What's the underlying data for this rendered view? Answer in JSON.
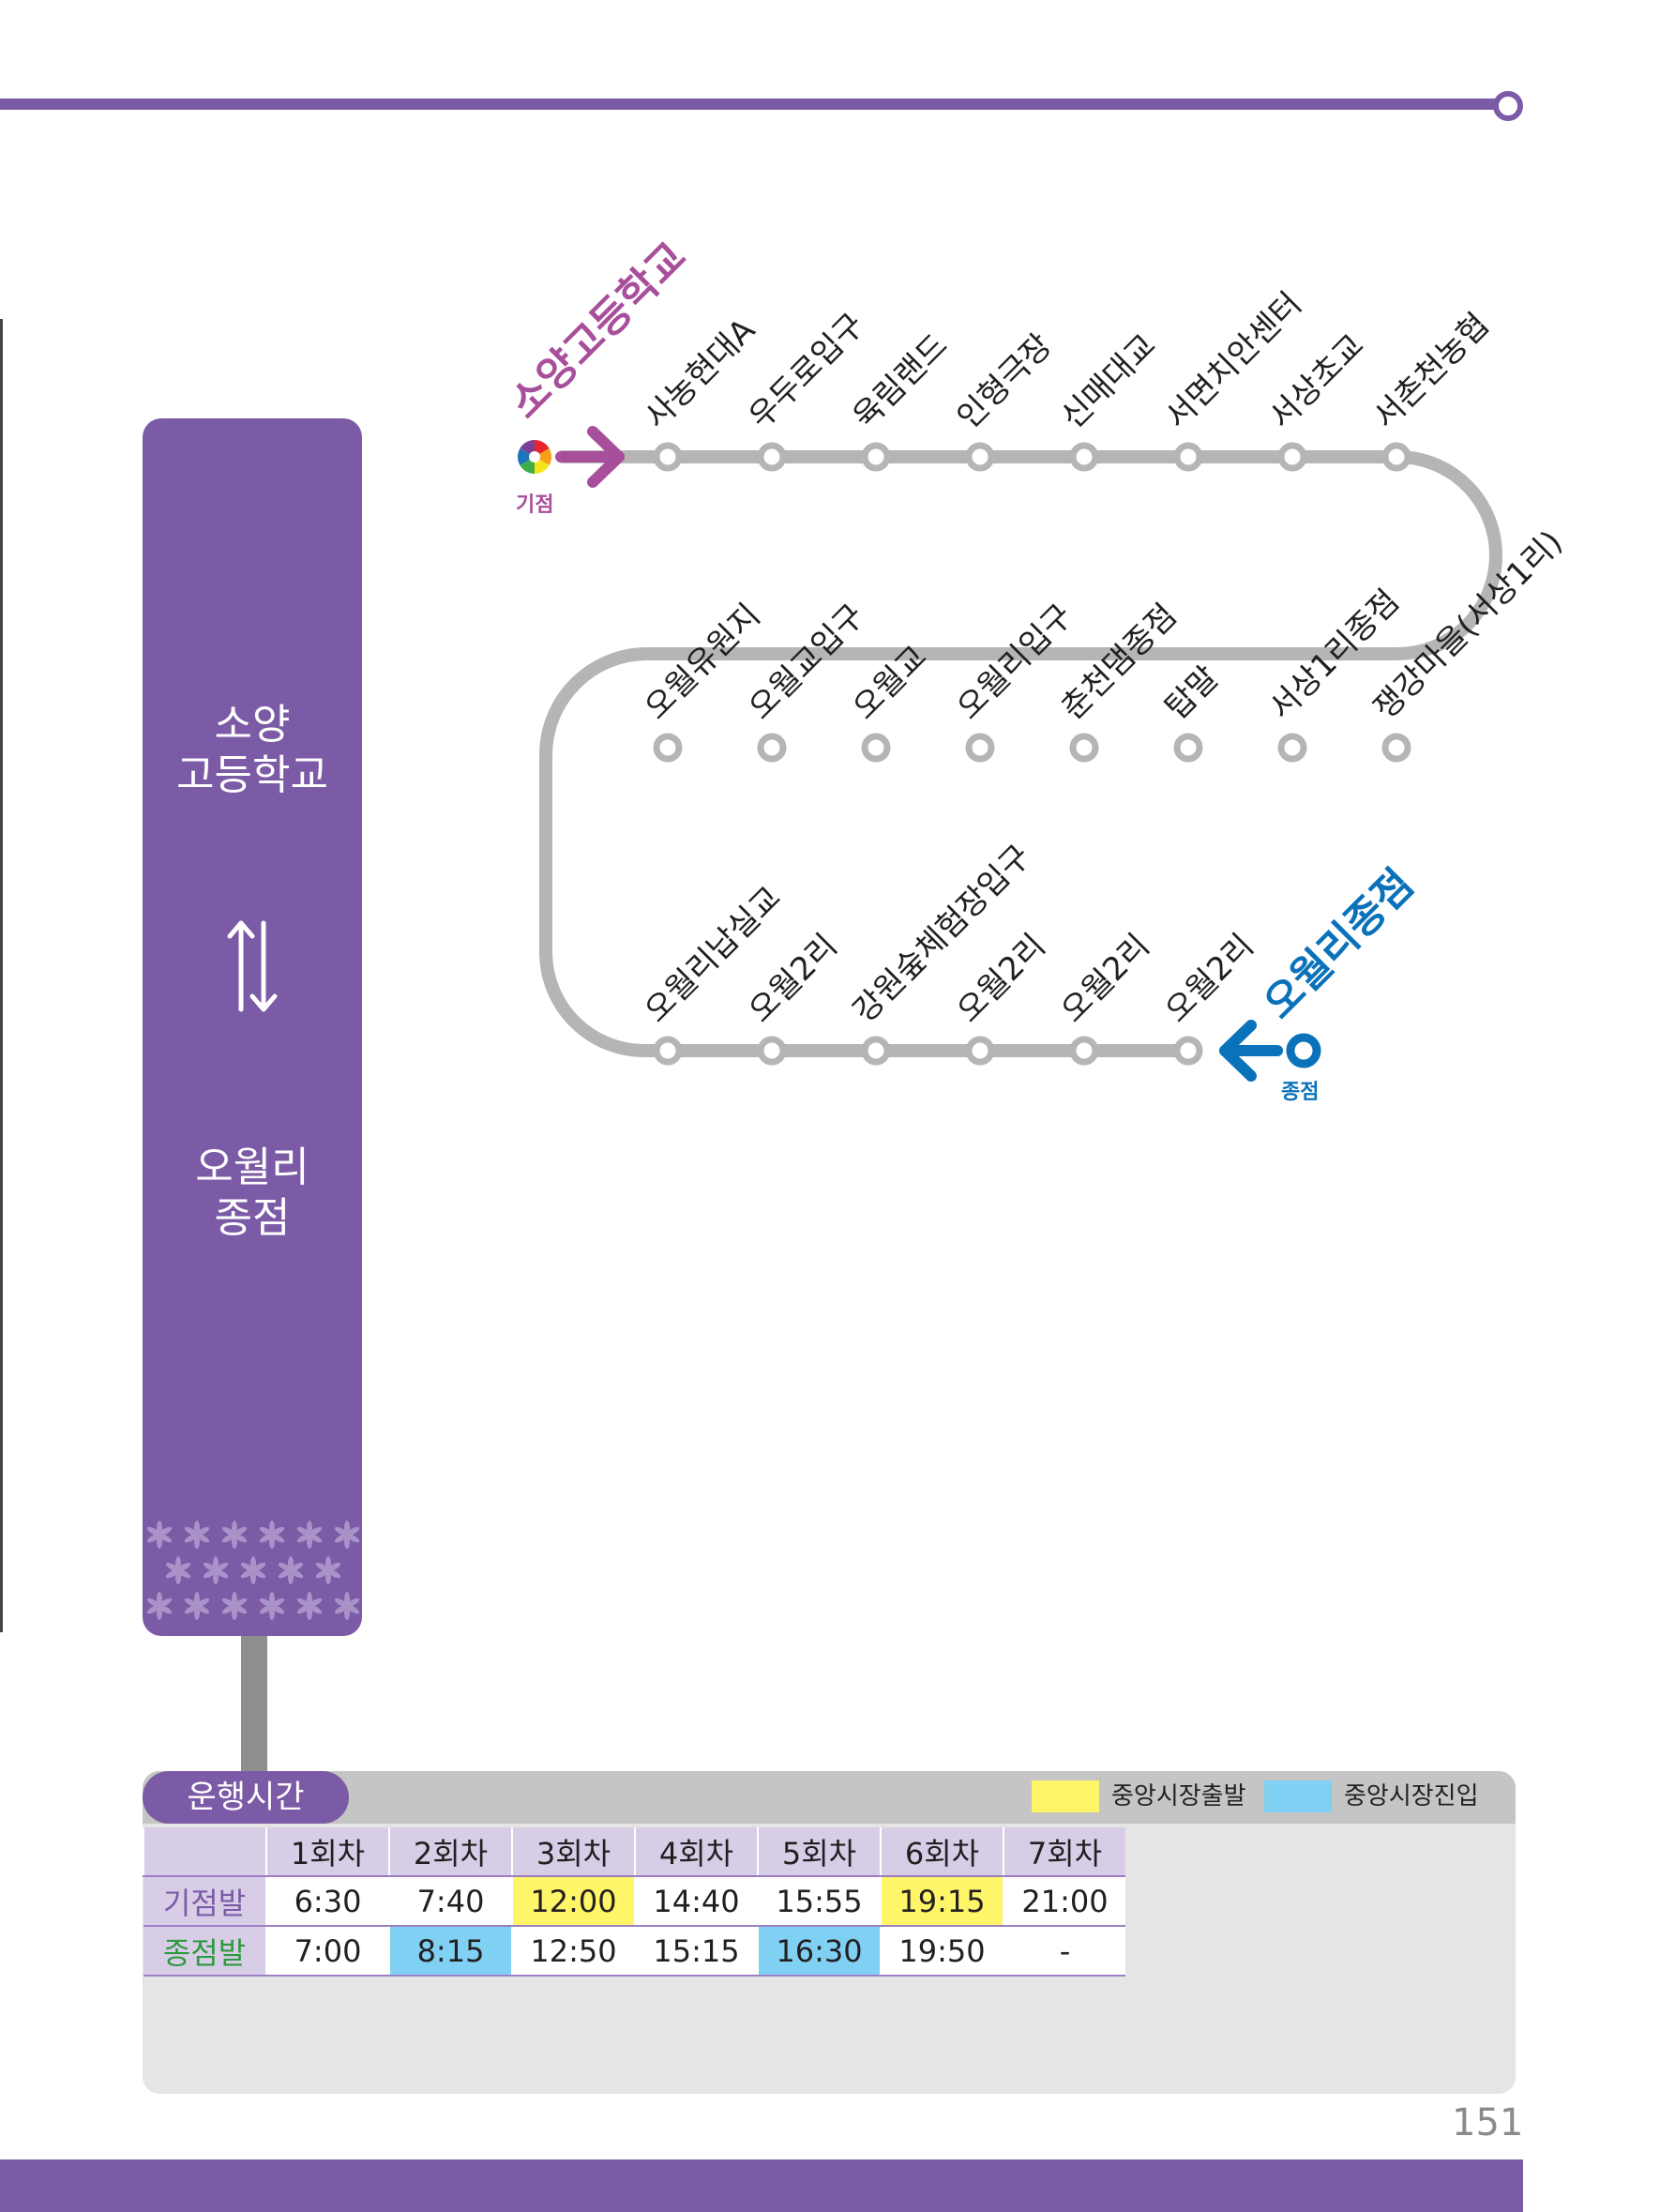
{
  "side_panel": {
    "origin_line1": "소양",
    "origin_line2": "고등학교",
    "terminus_line1": "오월리",
    "terminus_line2": "종점"
  },
  "route": {
    "origin": {
      "name": "소양고등학교",
      "tag": "기점",
      "color": "#a84f9c"
    },
    "terminus": {
      "name": "오월리종점",
      "tag": "종점",
      "color": "#0a72ba"
    },
    "line_color": "#b5b5b5",
    "row1_stops": [
      "사농현대A",
      "우두로입구",
      "육림랜드",
      "인형극장",
      "신매대교",
      "서면치안센터",
      "서상초교",
      "서촌천농협"
    ],
    "row2_stops": [
      "오월유원지",
      "오월교입구",
      "오월교",
      "오월리입구",
      "춘천댐종점",
      "탑말",
      "서상1리종점",
      "쟁강마을(서상1리)"
    ],
    "row3_stops": [
      "오월리납실교",
      "오월2리",
      "강원숲체험장입구",
      "오월2리",
      "오월2리",
      "오월2리"
    ]
  },
  "schedule": {
    "title": "운행시간",
    "legend": [
      {
        "label": "중앙시장출발",
        "color": "#fff568"
      },
      {
        "label": "중앙시장진입",
        "color": "#7fd0f3"
      }
    ],
    "columns": [
      "1회차",
      "2회차",
      "3회차",
      "4회차",
      "5회차",
      "6회차",
      "7회차"
    ],
    "rows": [
      {
        "label": "기점발",
        "label_color": "#7b5aa6",
        "times": [
          "6:30",
          "7:40",
          "12:00",
          "14:40",
          "15:55",
          "19:15",
          "21:00"
        ]
      },
      {
        "label": "종점발",
        "label_color": "#2e9a3e",
        "times": [
          "7:00",
          "8:15",
          "12:50",
          "15:15",
          "16:30",
          "19:50",
          "-"
        ]
      }
    ]
  },
  "page_number": "151"
}
